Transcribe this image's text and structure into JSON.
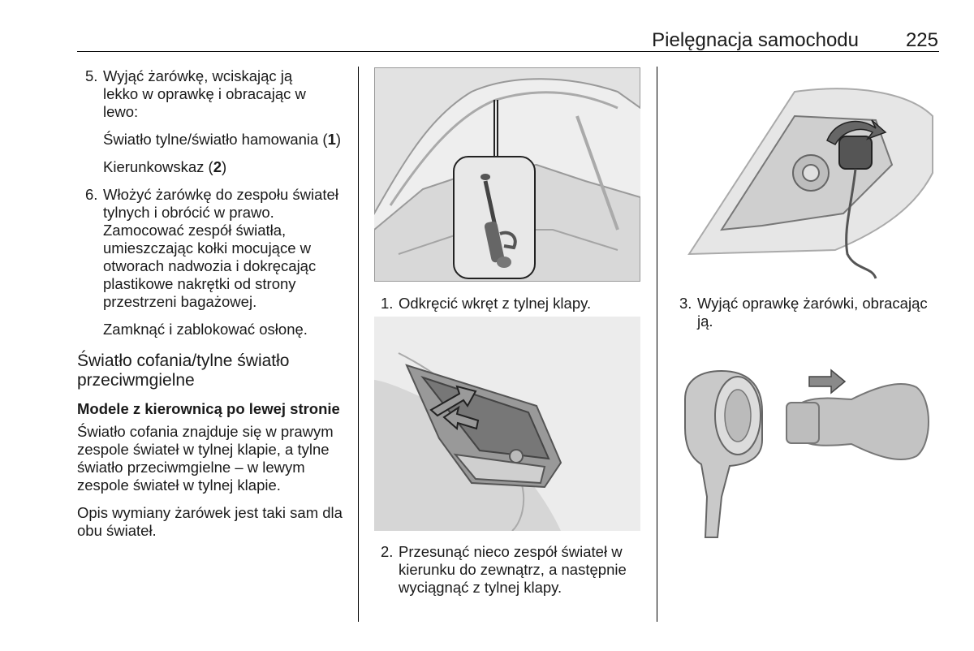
{
  "header": {
    "title": "Pielęgnacja samochodu",
    "page_number": "225"
  },
  "column1": {
    "step5": {
      "number": "5.",
      "text": "Wyjąć żarówkę, wciskając ją lekko w oprawkę i obracając w lewo:",
      "sub1_text": "Światło tylne/światło hamowania (",
      "sub1_bold": "1",
      "sub1_end": ")",
      "sub2_text": "Kierunkowskaz (",
      "sub2_bold": "2",
      "sub2_end": ")"
    },
    "step6": {
      "number": "6.",
      "text": "Włożyć żarówkę do zespołu świateł tylnych i obrócić w prawo. Zamocować zespół światła, umieszczając kołki mocujące w otworach nadwozia i dokręcając plastikowe nakrętki od strony przestrzeni bagażowej.",
      "sub": "Zamknąć i zablokować osłonę."
    },
    "section_heading": "Światło cofania/tylne światło przeciwmgielne",
    "subheading": "Modele z kierownicą po lewej stronie",
    "para1": "Światło cofania znajduje się w prawym zespole świateł w tylnej klapie, a tylne światło przeciwmgielne – w lewym zespole świateł w tylnej klapie.",
    "para2": "Opis wymiany żarówek jest taki sam dla obu świateł."
  },
  "column2": {
    "caption1": {
      "number": "1.",
      "text": "Odkręcić wkręt z tylnej klapy."
    },
    "caption2": {
      "number": "2.",
      "text": "Przesunąć nieco zespół świateł w kierunku do zewnątrz, a następnie wyciągnąć z tylnej klapy."
    }
  },
  "column3": {
    "caption3": {
      "number": "3.",
      "text": "Wyjąć oprawkę żarówki, obracając ją."
    }
  }
}
